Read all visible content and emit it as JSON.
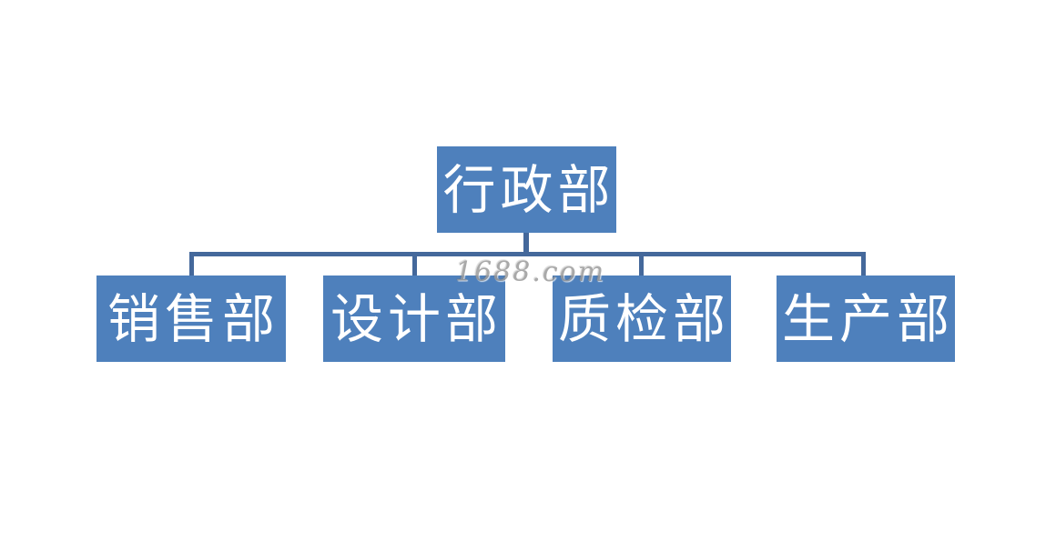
{
  "chart": {
    "type": "org-chart",
    "root": {
      "label": "行政部"
    },
    "children": [
      {
        "label": "销售部"
      },
      {
        "label": "设计部"
      },
      {
        "label": "质检部"
      },
      {
        "label": "生产部"
      }
    ]
  },
  "watermark": {
    "text": "1688.com"
  },
  "colors": {
    "page_bg": "#ffffff",
    "node_fill": "#4e80bc",
    "node_text": "#ffffff",
    "connector": "#44689b",
    "watermark_color": "#9b9b9b"
  }
}
